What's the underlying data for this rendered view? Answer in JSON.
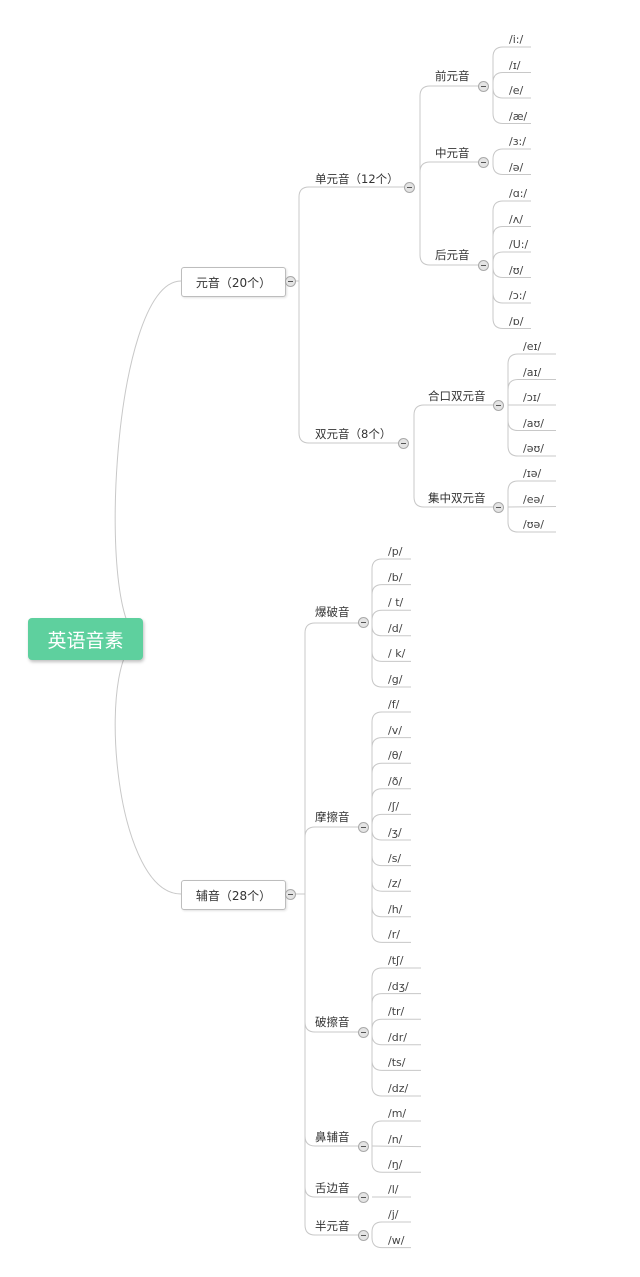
{
  "root": "英语音素",
  "vowels": {
    "label": "元音（20个）",
    "monophthongs": {
      "label": "单元音（12个）",
      "front": {
        "label": "前元音",
        "items": [
          "/i:/",
          "/ɪ/",
          "/e/",
          "/æ/"
        ]
      },
      "central": {
        "label": "中元音",
        "items": [
          "/ɜ:/",
          "/ə/"
        ]
      },
      "back": {
        "label": "后元音",
        "items": [
          "/ɑ:/",
          "/ʌ/",
          "/U:/",
          "/ʊ/",
          "/ɔ:/",
          "/ɒ/"
        ]
      }
    },
    "diphthongs": {
      "label": "双元音（8个）",
      "closing": {
        "label": "合口双元音",
        "items": [
          "/eɪ/",
          "/aɪ/",
          "/ɔɪ/",
          "/aʊ/",
          "/əʊ/"
        ]
      },
      "centering": {
        "label": "集中双元音",
        "items": [
          "/ɪə/",
          "/eə/",
          "/ʊə/"
        ]
      }
    }
  },
  "consonants": {
    "label": "辅音（28个）",
    "plosives": {
      "label": "爆破音",
      "items": [
        "/p/",
        "/b/",
        "/ t/",
        "/d/",
        "/ k/",
        "/g/"
      ]
    },
    "fricatives": {
      "label": "摩擦音",
      "items": [
        "/f/",
        "/v/",
        "/θ/",
        "/ð/",
        "/ʃ/",
        "/ʒ/",
        "/s/",
        "/z/",
        "/h/",
        "/r/"
      ]
    },
    "affricates": {
      "label": "破擦音",
      "items": [
        "/tʃ/",
        "/dʒ/",
        "/tr/",
        "/dr/",
        "/ts/",
        "/dz/"
      ]
    },
    "nasals": {
      "label": "鼻辅音",
      "items": [
        "/m/",
        "/n/",
        "/ŋ/"
      ]
    },
    "lateral": {
      "label": "舌边音",
      "items": [
        "/l/"
      ]
    },
    "semivowels": {
      "label": "半元音",
      "items": [
        "/j/",
        "/w/"
      ]
    }
  },
  "colors": {
    "root_fill": "#5ed09e",
    "line": "#c8c8c8"
  }
}
